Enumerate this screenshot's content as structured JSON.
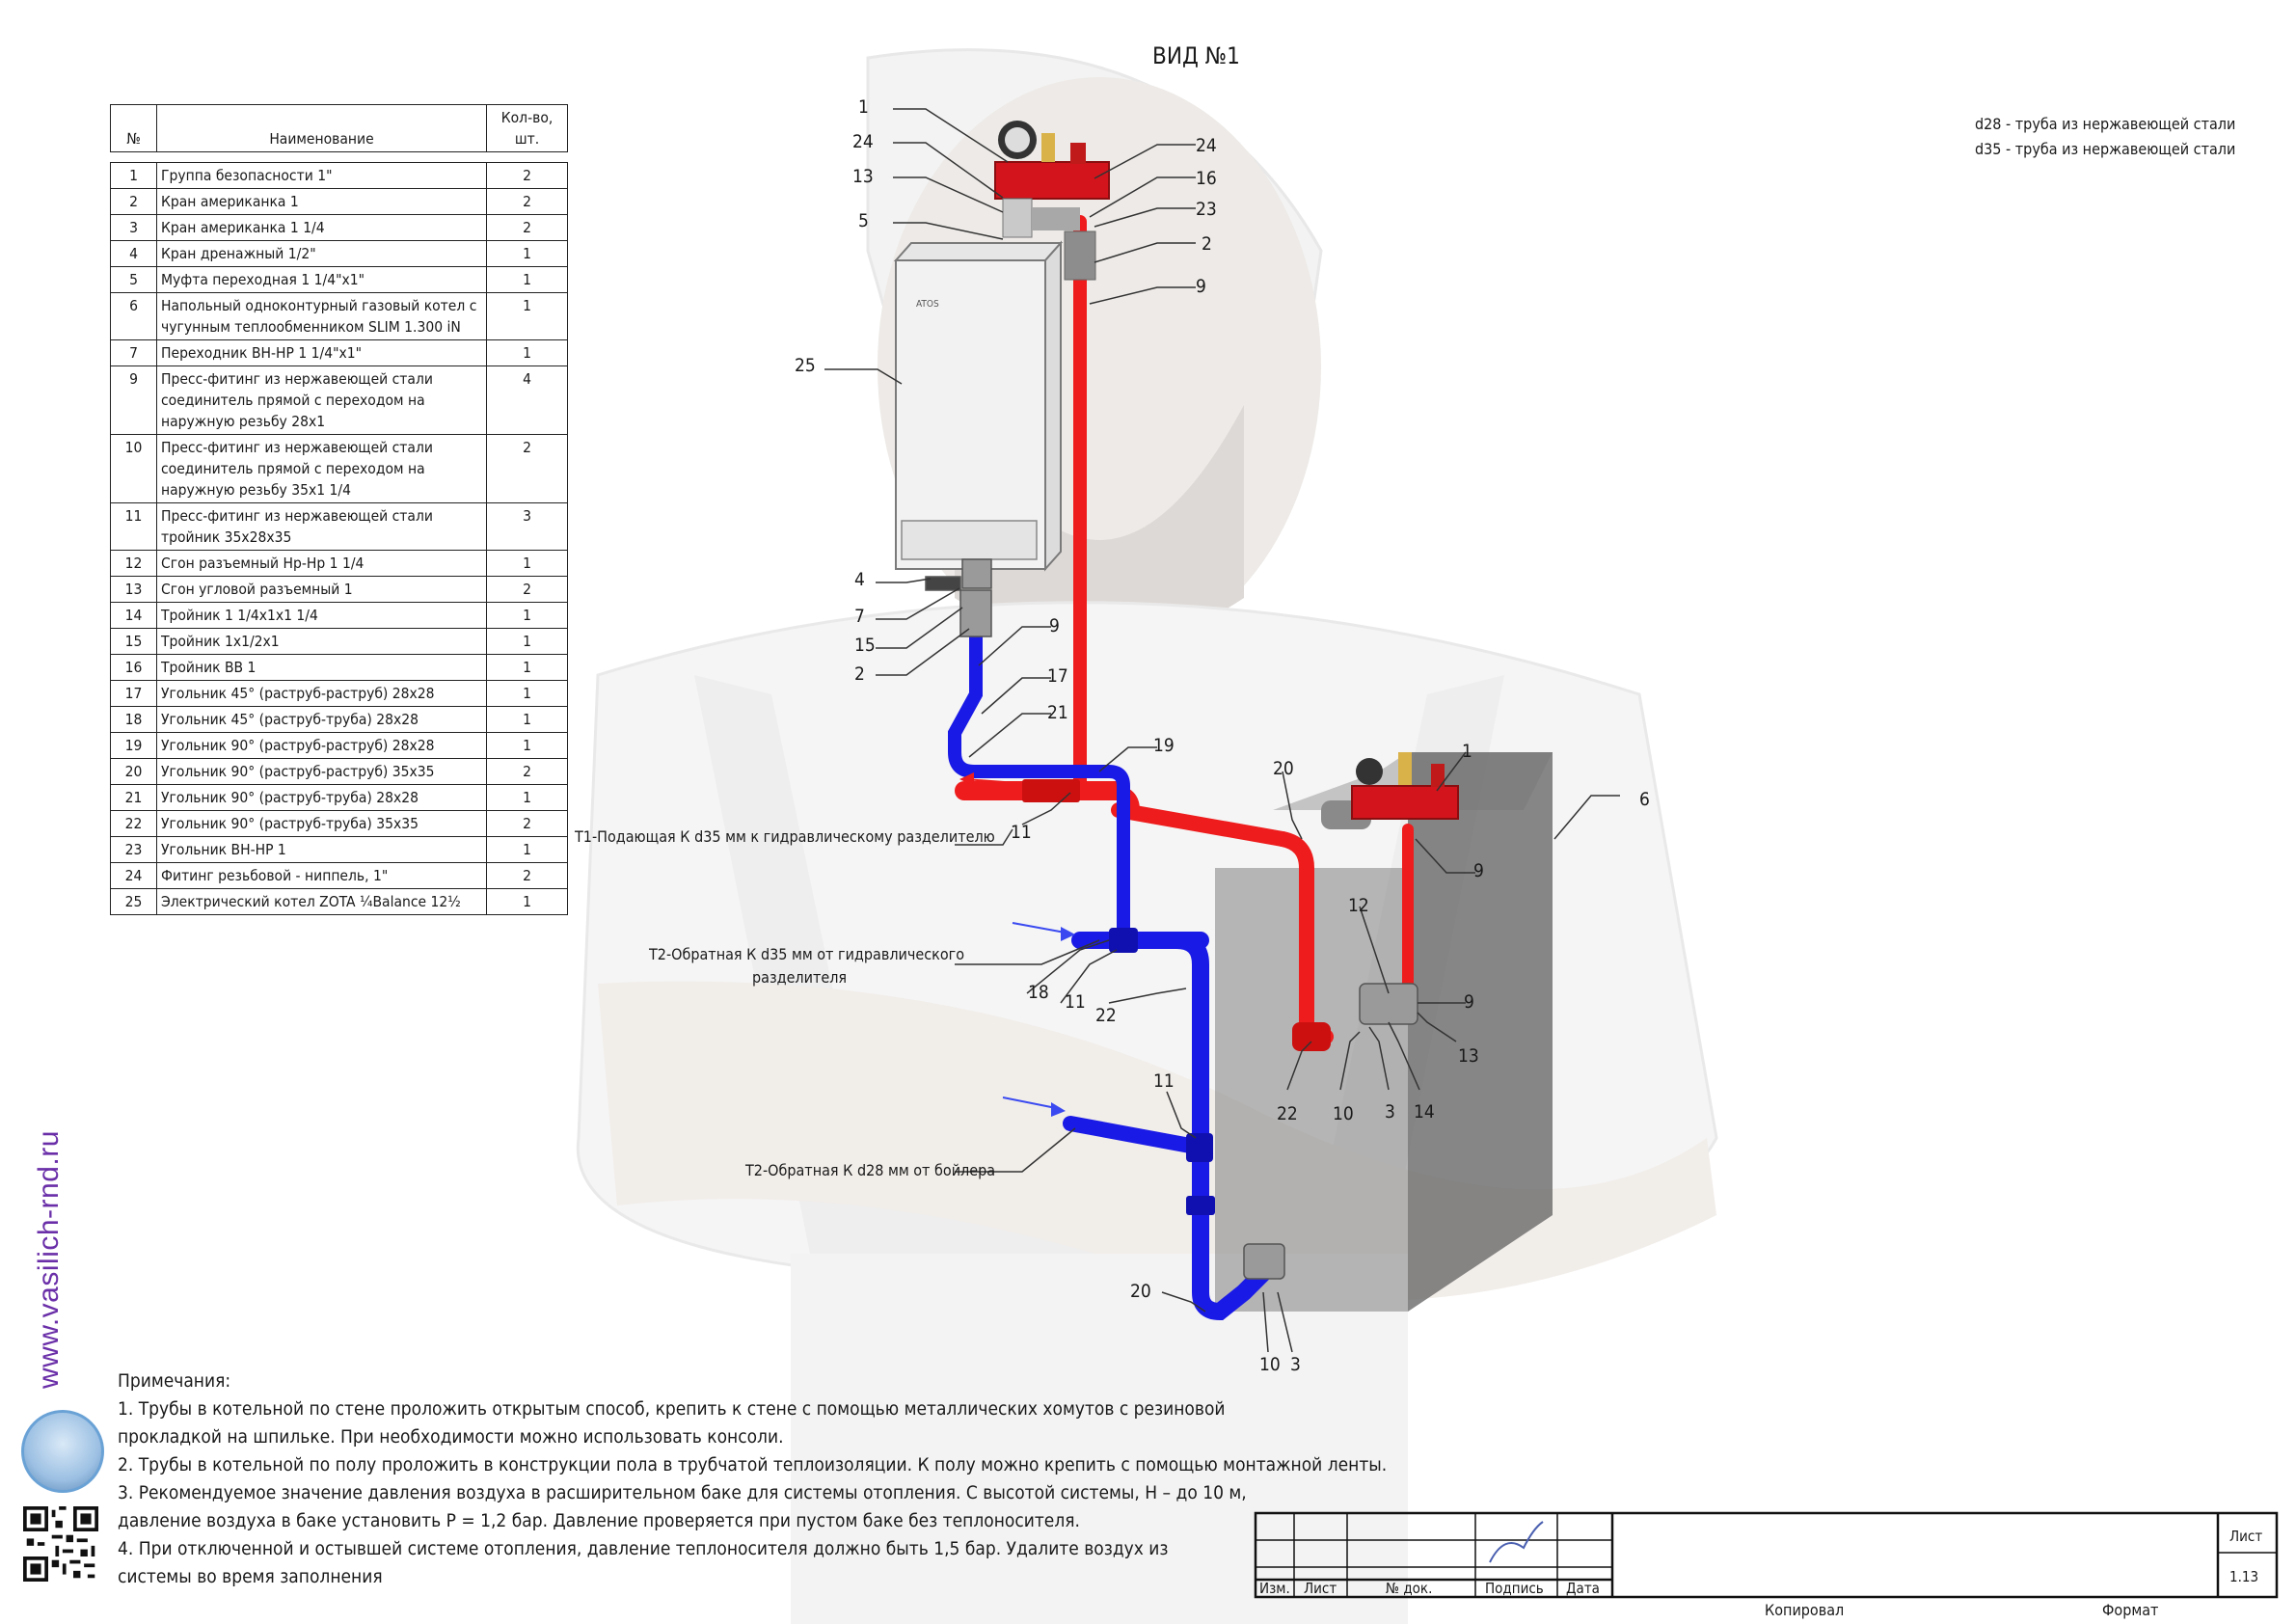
{
  "title": "ВИД №1",
  "legend": [
    "d28 - труба из нержавеющей стали",
    "d35 - труба из нержавеющей стали"
  ],
  "spec_table": {
    "headers": {
      "num": "№",
      "name": "Наименование",
      "qty": "Кол-во, шт."
    },
    "rows": [
      {
        "num": "1",
        "name": "Группа безопасности 1\"",
        "qty": "2"
      },
      {
        "num": "2",
        "name": "Кран американка 1",
        "qty": "2"
      },
      {
        "num": "3",
        "name": "Кран американка 1 1/4",
        "qty": "2"
      },
      {
        "num": "4",
        "name": "Кран дренажный 1/2\"",
        "qty": "1"
      },
      {
        "num": "5",
        "name": "Муфта переходная 1 1/4\"x1\"",
        "qty": "1"
      },
      {
        "num": "6",
        "name": "Напольный одноконтурный газовый котел с чугунным теплообменником SLIM 1.300 iN",
        "qty": "1"
      },
      {
        "num": "7",
        "name": "Переходник ВН-НР 1 1/4\"x1\"",
        "qty": "1"
      },
      {
        "num": "9",
        "name": "Пресс-фитинг из нержавеющей стали соединитель прямой с переходом на наружную резьбу 28x1",
        "qty": "4"
      },
      {
        "num": "10",
        "name": "Пресс-фитинг из нержавеющей стали соединитель прямой с переходом на наружную резьбу 35x1 1/4",
        "qty": "2"
      },
      {
        "num": "11",
        "name": "Пресс-фитинг из нержавеющей стали тройник 35x28x35",
        "qty": "3"
      },
      {
        "num": "12",
        "name": "Сгон разъемный Нр-Нр 1 1/4",
        "qty": "1"
      },
      {
        "num": "13",
        "name": "Сгон угловой разъемный 1",
        "qty": "2"
      },
      {
        "num": "14",
        "name": "Тройник 1 1/4x1x1 1/4",
        "qty": "1"
      },
      {
        "num": "15",
        "name": "Тройник 1x1/2x1",
        "qty": "1"
      },
      {
        "num": "16",
        "name": "Тройник ВВ 1",
        "qty": "1"
      },
      {
        "num": "17",
        "name": "Угольник 45° (раструб-раструб) 28x28",
        "qty": "1"
      },
      {
        "num": "18",
        "name": "Угольник 45° (раструб-труба) 28x28",
        "qty": "1"
      },
      {
        "num": "19",
        "name": "Угольник 90° (раструб-раструб) 28x28",
        "qty": "1"
      },
      {
        "num": "20",
        "name": "Угольник 90° (раструб-раструб) 35x35",
        "qty": "2"
      },
      {
        "num": "21",
        "name": "Угольник 90° (раструб-труба) 28x28",
        "qty": "1"
      },
      {
        "num": "22",
        "name": "Угольник 90° (раструб-труба) 35x35",
        "qty": "2"
      },
      {
        "num": "23",
        "name": "Угольник ВН-НР 1",
        "qty": "1"
      },
      {
        "num": "24",
        "name": "Фитинг резьбовой - ниппель, 1\"",
        "qty": "2"
      },
      {
        "num": "25",
        "name": "Электрический котел ZOTA ¼Balance 12½",
        "qty": "1"
      }
    ]
  },
  "pipe_labels": {
    "t1": "Т1-Подающая К d35 мм к гидравлическому разделителю",
    "t2a_line1": "Т2-Обратная К d35 мм от гидравлического",
    "t2a_line2": "разделителя",
    "t2b": "Т2-Обратная К d28 мм от бойлера"
  },
  "callouts": [
    "1",
    "24",
    "13",
    "5",
    "24",
    "16",
    "23",
    "2",
    "9",
    "25",
    "4",
    "7",
    "15",
    "2",
    "9",
    "17",
    "21",
    "19",
    "20",
    "1",
    "6",
    "11",
    "12",
    "9",
    "9",
    "13",
    "18",
    "11",
    "22",
    "22",
    "10",
    "3",
    "14",
    "11",
    "20",
    "10",
    "3"
  ],
  "notes": {
    "heading": "Примечания:",
    "lines": [
      "1. Трубы в котельной по стене проложить открытым способ, крепить к стене с помощью металлических хомутов с резиновой",
      "прокладкой на шпильке. При необходимости можно использовать консоли.",
      "2. Трубы в котельной по полу проложить в конструкции пола в трубчатой теплоизоляции. К полу можно крепить с помощью монтажной ленты.",
      "3. Рекомендуемое значение давления воздуха в расширительном баке для системы отопления. С высотой системы, Н – до 10 м,",
      "давление воздуха в баке установить Р = 1,2 бар. Давление проверяется при пустом баке без теплоносителя.",
      "4. При отключенной и остывшей системе отопления, давление теплоносителя должно быть 1,5 бар. Удалите воздух из",
      "системы во время заполнения"
    ]
  },
  "stamp": {
    "izm": "Изм.",
    "list": "Лист",
    "doc": "№ док.",
    "sign": "Подпись",
    "date": "Дата",
    "sheet_label": "Лист",
    "sheet_number": "1.13"
  },
  "bottom": {
    "copied": "Копировал",
    "format": "Формат"
  },
  "watermark": "www.vasilich-rnd.ru",
  "boiler_brand": "ATOS",
  "colors": {
    "supply": "#ee1c1c",
    "return": "#1a1ae6",
    "manifold": "#d4141c"
  }
}
